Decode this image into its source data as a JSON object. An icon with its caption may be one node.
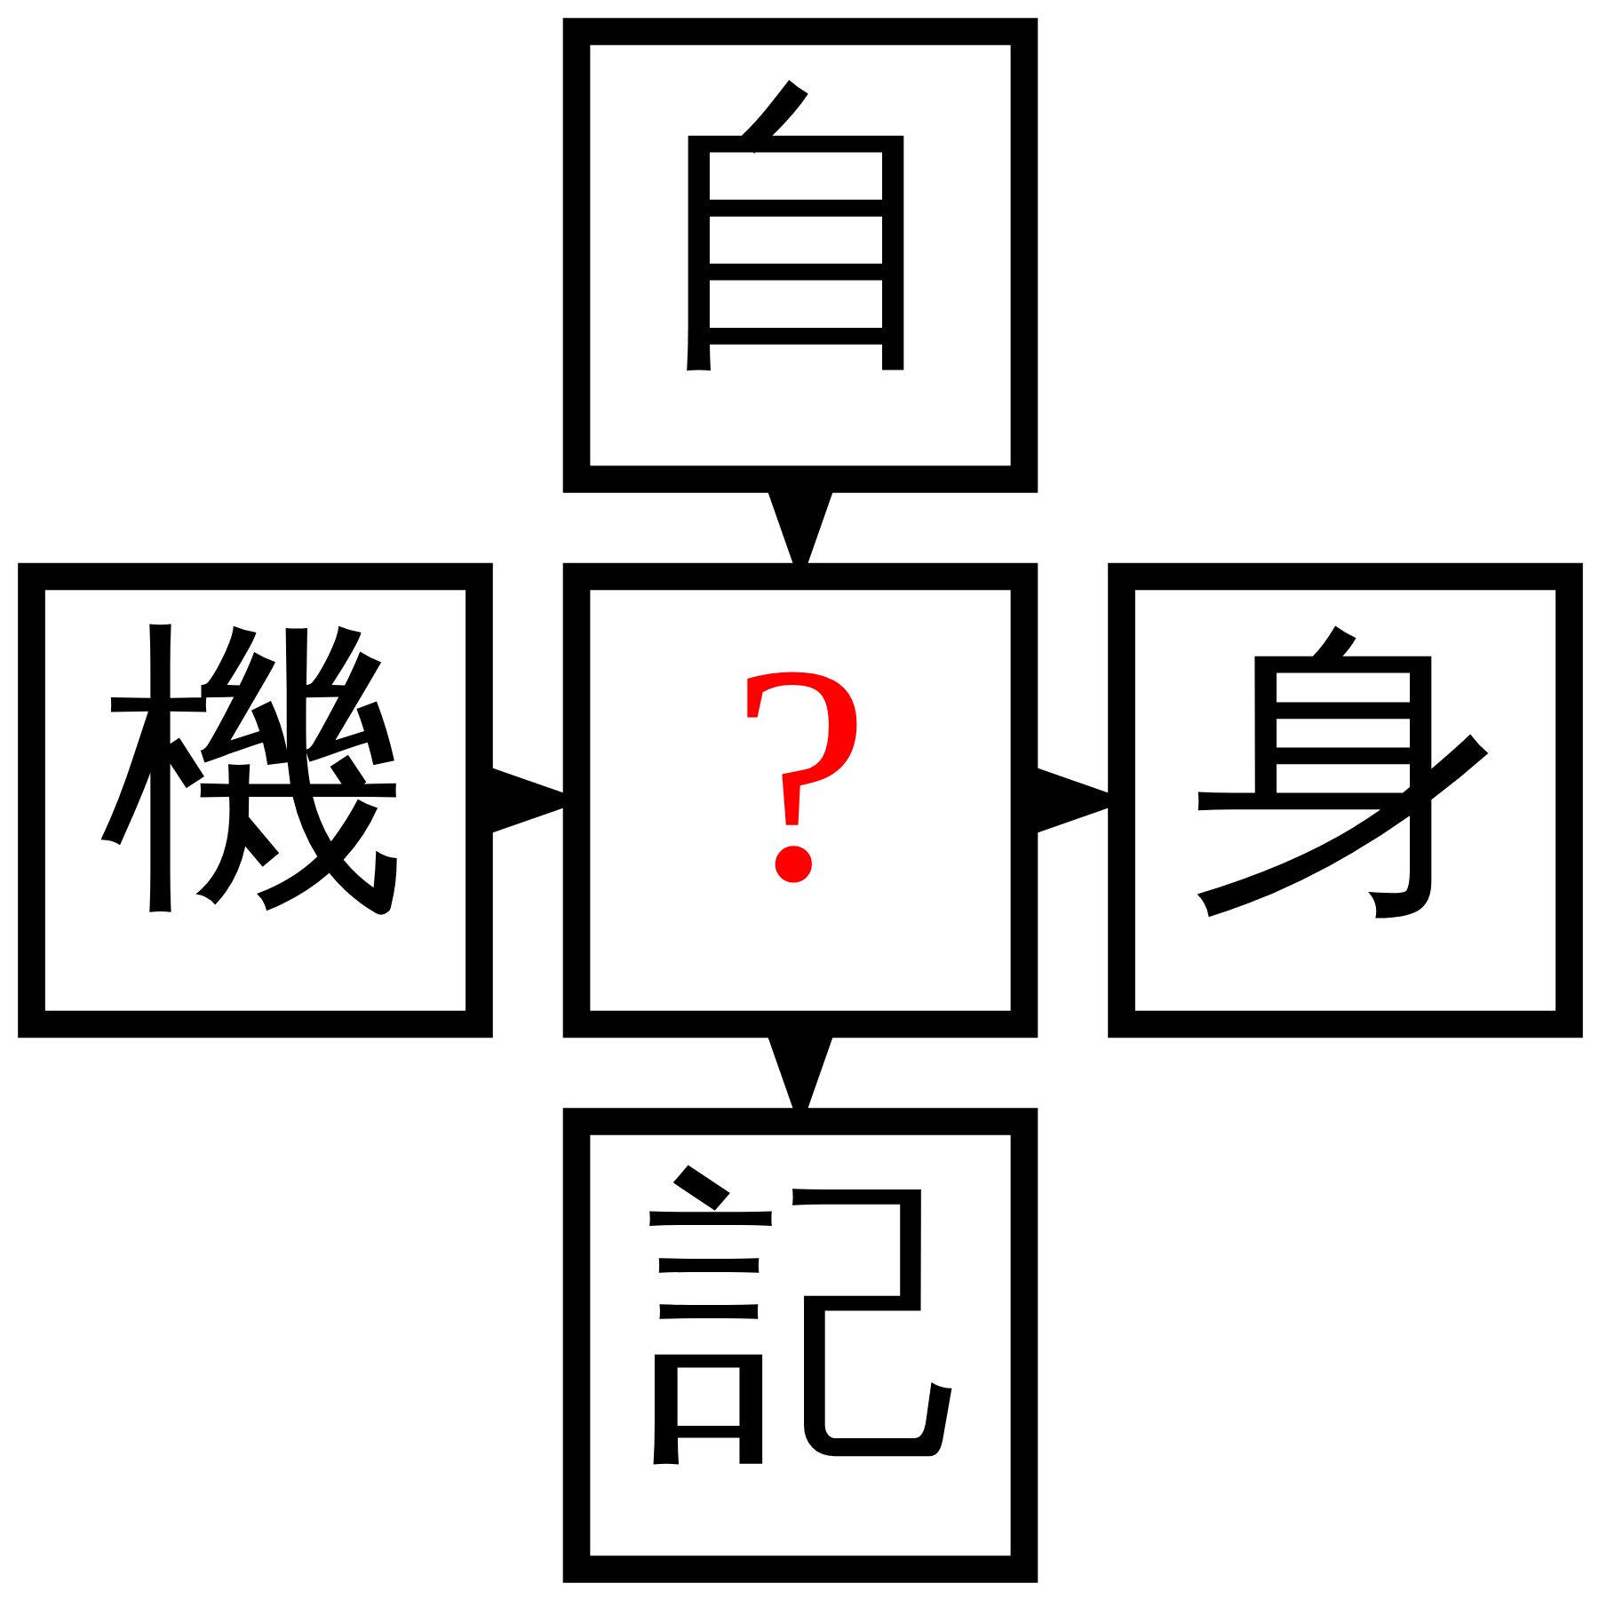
{
  "diagram": {
    "nodes": [
      {
        "text": [
          "自"
        ]
      },
      {
        "text": [
          "機"
        ]
      },
      {
        "text": [
          "?"
        ]
      },
      {
        "text": [
          "身"
        ]
      },
      {
        "text": [
          "記"
        ]
      }
    ],
    "edges": [
      {
        "from": 0,
        "to": 2,
        "arrow": "to"
      },
      {
        "from": 1,
        "to": 2,
        "arrow": "to"
      },
      {
        "from": 2,
        "to": 3,
        "arrow": "to"
      },
      {
        "from": 2,
        "to": 4,
        "arrow": "to"
      }
    ]
  }
}
